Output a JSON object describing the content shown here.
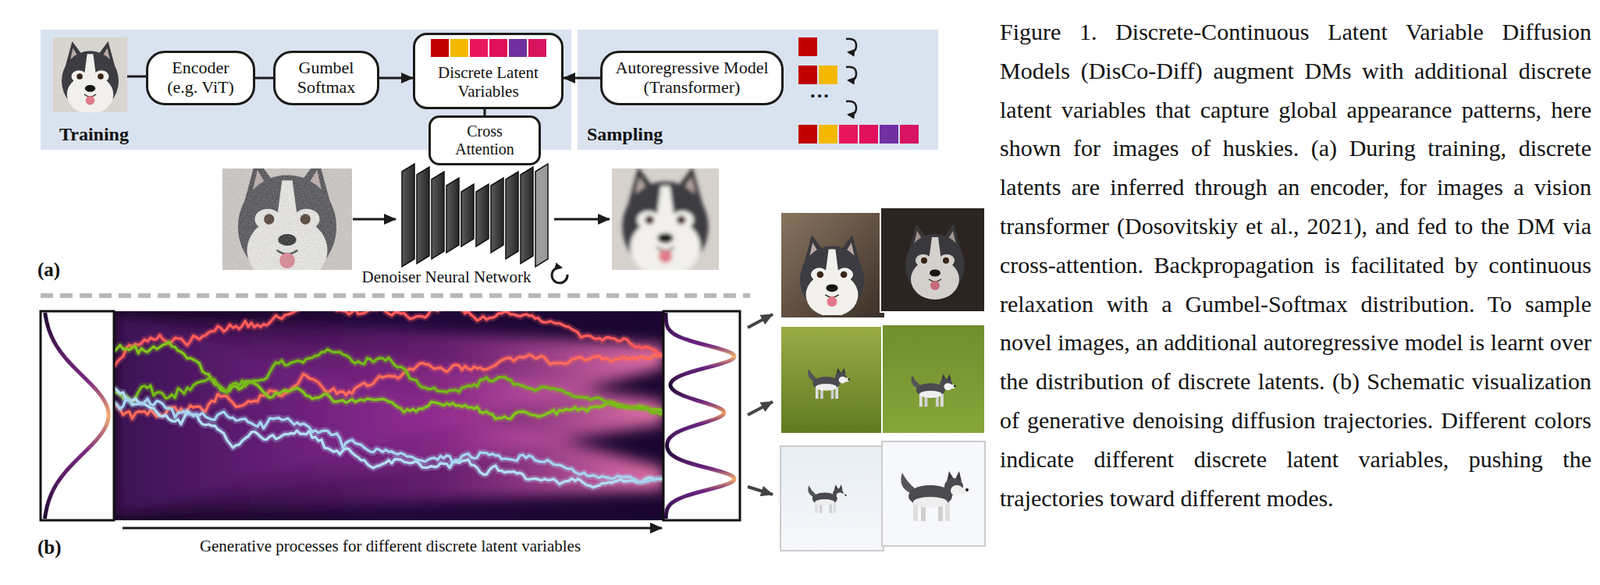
{
  "diagram": {
    "caption": "Figure 1. Discrete-Continuous Latent Variable Diffusion Models (DisCo-Diff) augment DMs with additional discrete latent variables that capture global appearance patterns, here shown for images of huskies. (a) During training, discrete latents are inferred through an encoder, for images a vision transformer (Dosovitskiy et al., 2021), and fed to the DM via cross-attention. Backpropagation is facilitated by continuous relaxation with a Gumbel-Softmax distribution. To sample novel images, an additional autoregressive model is learnt over the distribution of discrete latents. (b) Schematic visualization of generative denoising diffusion trajectories. Different colors indicate different discrete latent variables, pushing the trajectories toward different modes.",
    "nodes": [
      {
        "text": [
          "Training"
        ]
      },
      {
        "text": [
          "Encoder (e.g. ViT)"
        ],
        "in": 0
      },
      {
        "text": [
          "Gumbel Softmax"
        ],
        "in": 0
      },
      {
        "text": [
          "Discrete Latent Variables"
        ],
        "in": 0
      },
      {
        "text": [
          "Cross Attention"
        ],
        "in": 0
      },
      {
        "text": [
          "Sampling"
        ]
      },
      {
        "text": [
          "Autoregressive Model (Transformer)"
        ],
        "in": 5
      }
    ],
    "edges": [
      {
        "from": 1,
        "to": 2,
        "arrow": "none"
      },
      {
        "from": 2,
        "to": 3,
        "arrow": "to"
      },
      {
        "from": 6,
        "to": 3,
        "arrow": "to"
      },
      {
        "from": 3,
        "to": 4,
        "arrow": "none"
      }
    ],
    "labels": [
      "···",
      "Denoiser Neural Network",
      "(a)",
      "Generative processes for different discrete latent variables",
      "(b)"
    ]
  }
}
